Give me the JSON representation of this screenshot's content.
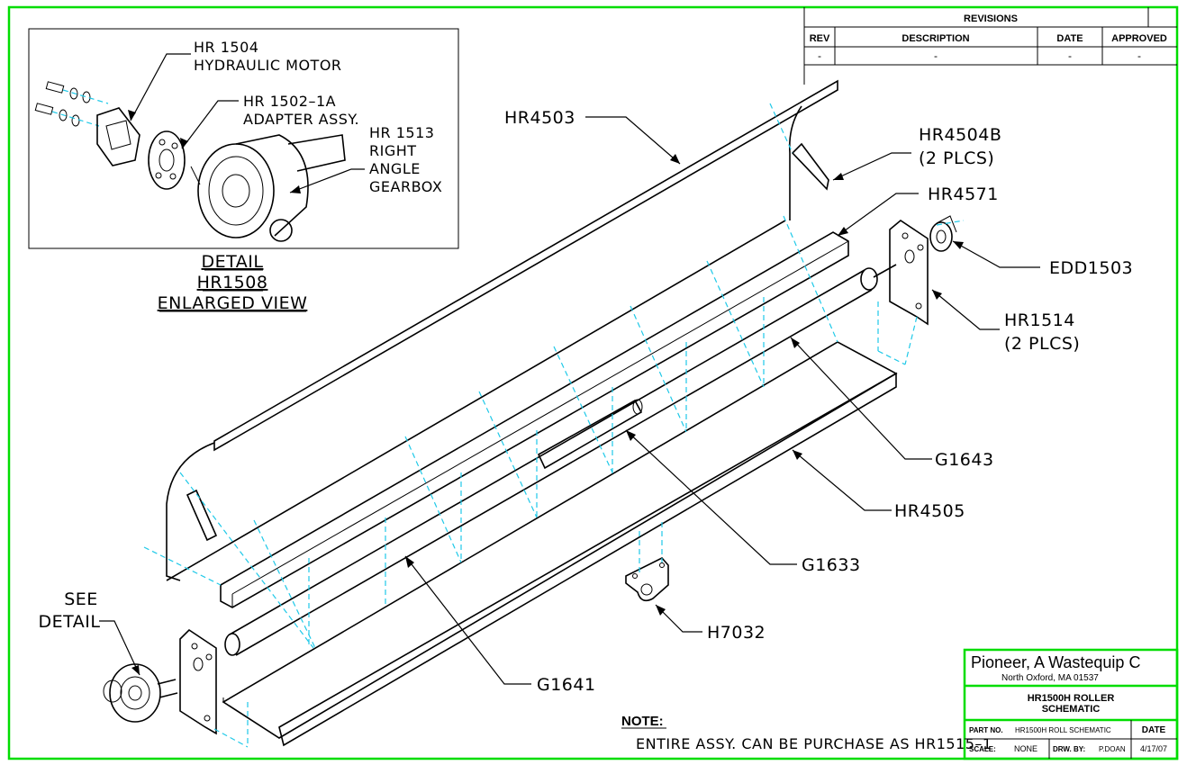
{
  "revisions": {
    "title": "REVISIONS",
    "headers": [
      "REV",
      "DESCRIPTION",
      "DATE",
      "APPROVED"
    ],
    "row": [
      "-",
      "-",
      "-",
      "-"
    ]
  },
  "detail": {
    "hr1504": [
      "HR 1504",
      "HYDRAULIC MOTOR"
    ],
    "hr1502": [
      "HR 1502–1A",
      "ADAPTER ASSY."
    ],
    "hr1513": [
      "HR 1513",
      "RIGHT",
      "ANGLE",
      "GEARBOX"
    ],
    "caption": [
      "DETAIL",
      "HR1508",
      "ENLARGED VIEW"
    ]
  },
  "callouts": {
    "hr4503": "HR4503",
    "hr4504b": [
      "HR4504B",
      "(2 PLCS)"
    ],
    "hr4571": "HR4571",
    "edd1503": "EDD1503",
    "hr1514": [
      "HR1514",
      "(2 PLCS)"
    ],
    "g1643": "G1643",
    "hr4505": "HR4505",
    "g1633": "G1633",
    "h7032": "H7032",
    "g1641": "G1641",
    "see_detail": [
      "SEE",
      "DETAIL"
    ]
  },
  "note": {
    "title": "NOTE:",
    "text": "ENTIRE ASSY. CAN BE PURCHASE AS HR1515–1"
  },
  "title_block": {
    "company": "Pioneer, A Wastequip C",
    "location": "North Oxford, MA    01537",
    "drawing_title": [
      "HR1500H ROLLER",
      "SCHEMATIC"
    ],
    "part_no_label": "PART NO.",
    "part_no_value": "HR1500H ROLL SCHEMATIC",
    "date_label": "DATE",
    "scale_label": "SCALE:",
    "scale_value": "NONE",
    "drawn_by_label": "DRW. BY:",
    "drawn_by_value": "P.DOAN",
    "date_value": "4/17/07"
  },
  "colors": {
    "border": "#00dd00",
    "centerline": "#1fc9e8",
    "ink": "#000000"
  }
}
